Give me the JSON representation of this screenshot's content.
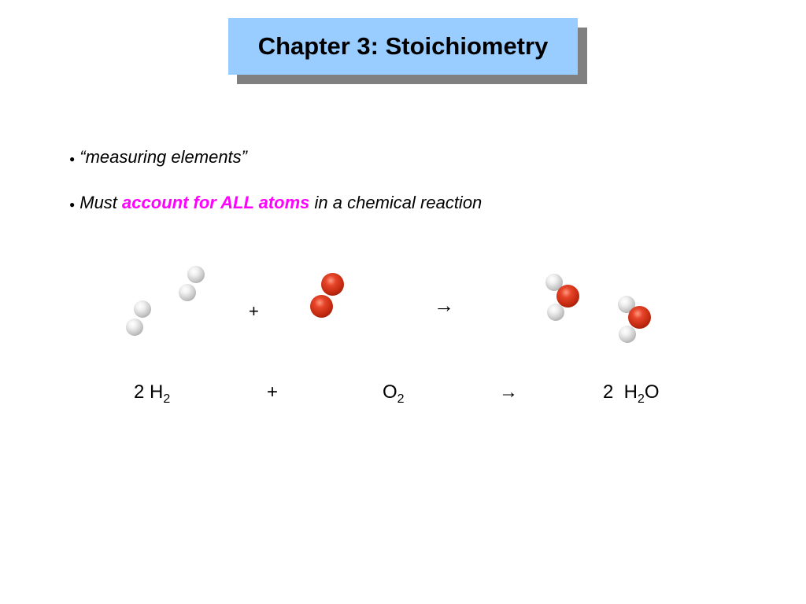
{
  "slide": {
    "title": "Chapter 3: Stoichiometry",
    "bullets": [
      {
        "marker": "●",
        "text": "“measuring elements”"
      },
      {
        "marker": "●",
        "prefix": "Must ",
        "highlight": "account for ALL atoms",
        "suffix": " in a chemical reaction"
      }
    ],
    "diagram": {
      "plus_symbol": "+",
      "arrow_symbol": "→",
      "molecules": [
        "H2",
        "H2",
        "O2",
        "H2O",
        "H2O"
      ]
    },
    "equation": {
      "reactant1_coef": "2 H",
      "reactant1_sub": "2",
      "plus": "+",
      "reactant2": "O",
      "reactant2_sub": "2",
      "arrow": "→",
      "product_coef": "2  H",
      "product_sub": "2",
      "product_tail": "O"
    },
    "colors": {
      "title_bg": "#99ccff",
      "title_shadow": "#808080",
      "highlight": "#ff00ff",
      "oxygen": "#cc2a10",
      "hydrogen": "#e0e0e0"
    }
  }
}
